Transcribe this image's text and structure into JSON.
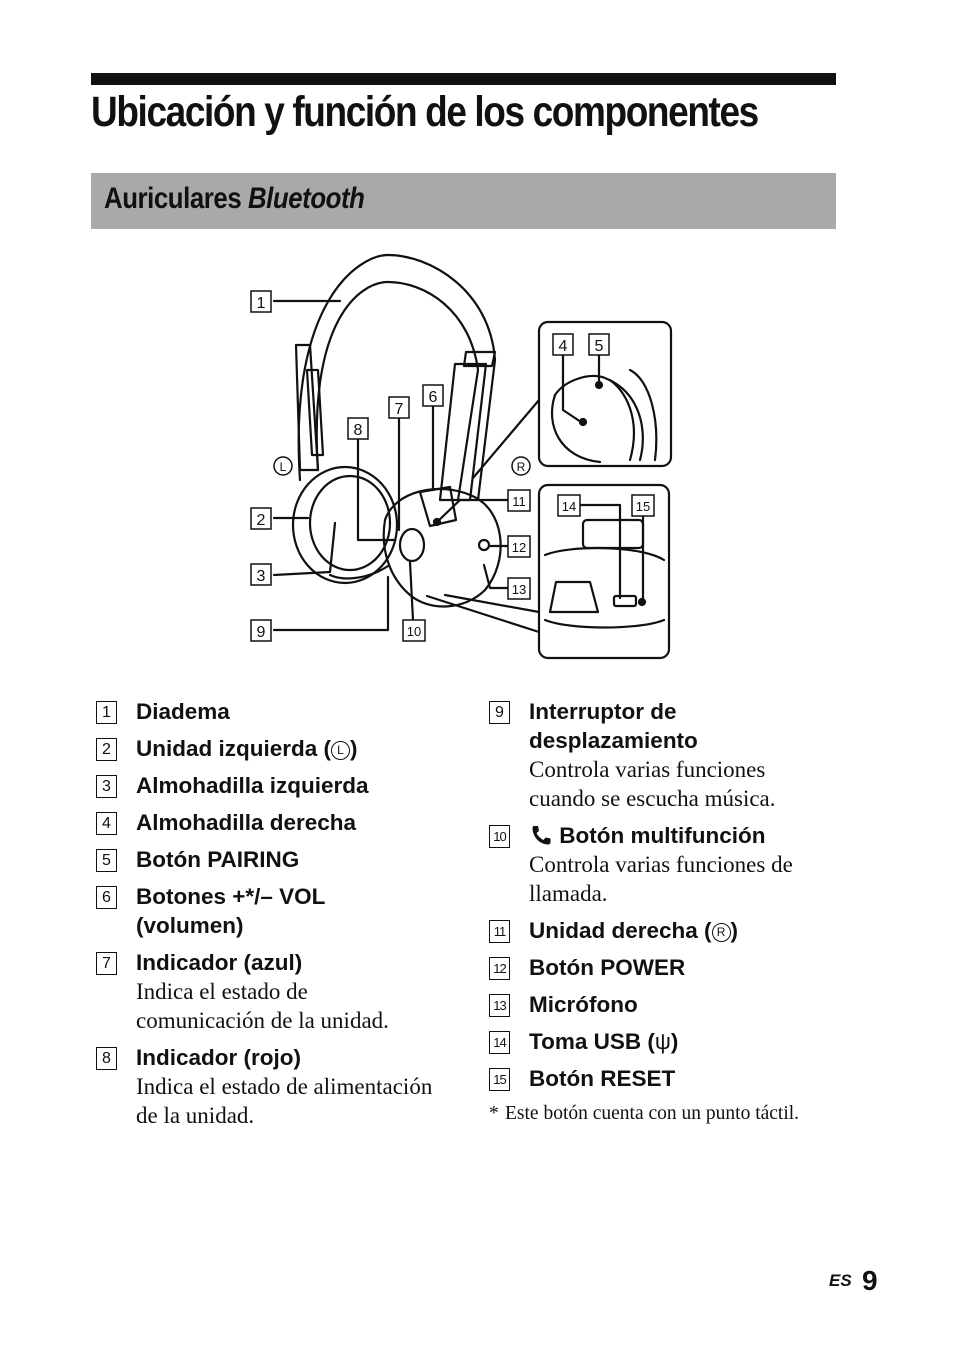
{
  "page": {
    "title": "Ubicación y función de los componentes",
    "section": {
      "label": "Auriculares",
      "label_italic": "Bluetooth"
    },
    "language": "ES",
    "number": "9"
  },
  "figure": {
    "callouts": [
      "1",
      "2",
      "3",
      "4",
      "5",
      "6",
      "7",
      "8",
      "9",
      "10",
      "11",
      "12",
      "13",
      "14",
      "15"
    ],
    "side_left": "L",
    "side_right": "R"
  },
  "items_left": [
    {
      "num": "1",
      "name": "Diadema",
      "desc": ""
    },
    {
      "num": "2",
      "name": "Unidad izquierda (",
      "mark": "L",
      "after": ")",
      "desc": ""
    },
    {
      "num": "3",
      "name": "Almohadilla izquierda",
      "desc": ""
    },
    {
      "num": "4",
      "name": "Almohadilla derecha",
      "desc": ""
    },
    {
      "num": "5",
      "name": "Botón PAIRING",
      "desc": ""
    },
    {
      "num": "6",
      "name": "Botones +*/– VOL (volumen)",
      "desc": ""
    },
    {
      "num": "7",
      "name": "Indicador (azul)",
      "desc": "Indica el estado de comunicación de la unidad."
    },
    {
      "num": "8",
      "name": "Indicador (rojo)",
      "desc": "Indica el estado de alimentación de la unidad."
    }
  ],
  "items_right": [
    {
      "num": "9",
      "name": "Interruptor de desplazamiento",
      "desc": "Controla varias funciones cuando se escucha música."
    },
    {
      "num": "10",
      "name": "Botón multifunción",
      "icon": "phone-icon",
      "desc": "Controla varias funciones de llamada."
    },
    {
      "num": "11",
      "name": "Unidad derecha (",
      "mark": "R",
      "after": ")",
      "desc": ""
    },
    {
      "num": "12",
      "name": "Botón POWER",
      "desc": ""
    },
    {
      "num": "13",
      "name": "Micrófono",
      "desc": ""
    },
    {
      "num": "14",
      "name": "Toma USB (",
      "mark": "ψ",
      "after": ")",
      "desc": ""
    },
    {
      "num": "15",
      "name": "Botón RESET",
      "desc": ""
    }
  ],
  "footnote": {
    "mark": "*",
    "text": "Este botón cuenta con un punto táctil."
  }
}
